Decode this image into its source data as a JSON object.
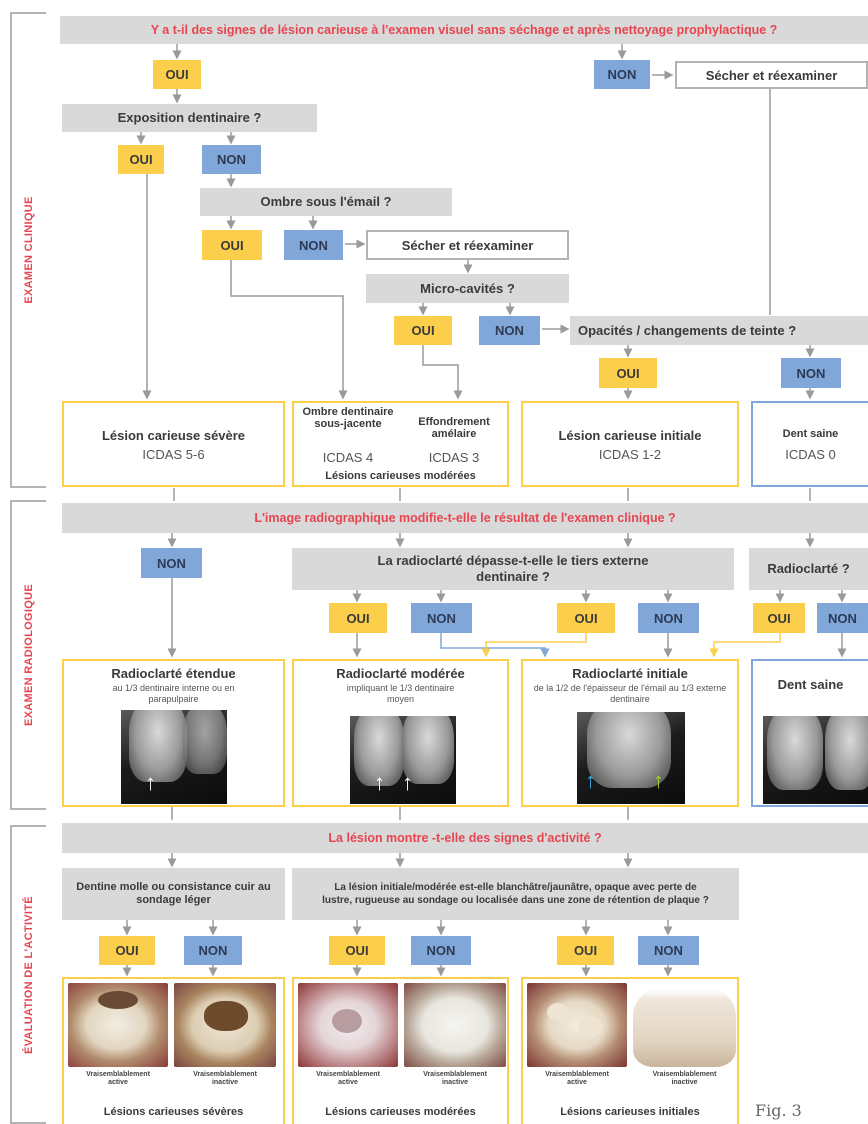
{
  "sections": {
    "clinical": "EXAMEN CLINIQUE",
    "radiological": "EXAMEN RADIOLOGIQUE",
    "activity": "ÉVALUATION DE L'ACTIVITÉ"
  },
  "labels": {
    "yes": "OUI",
    "no": "NON"
  },
  "clinical": {
    "question_main": "Y a t-il des signes de lésion carieuse à l'examen visuel sans séchage et après nettoyage prophylactique ?",
    "dry_reexamine_1": "Sécher et réexaminer",
    "question_exposure": "Exposition dentinaire ?",
    "question_shadow": "Ombre sous l'émail  ?",
    "dry_reexamine_2": "Sécher et réexaminer",
    "question_microcav": "Micro-cavités ?",
    "question_opacity": "Opacités / changements de teinte ?"
  },
  "outcomes": {
    "severe_title": "Lésion carieuse sévère",
    "severe_icdas": "ICDAS 5-6",
    "moderate_a_title": "Ombre dentinaire sous-jacente",
    "moderate_a_icdas": "ICDAS 4",
    "moderate_b_title": "Effondrement amélaire",
    "moderate_b_icdas": "ICDAS 3",
    "moderate_footer": "Lésions carieuses modérées",
    "initial_title": "Lésion carieuse initiale",
    "initial_icdas": "ICDAS 1-2",
    "healthy_title": "Dent saine",
    "healthy_icdas": "ICDAS 0"
  },
  "radiological": {
    "question_main": "L'image radiographique modifie-t-elle le résultat de l'examen clinique ?",
    "question_third": "La radioclarté dépasse-t-elle le tiers externe dentinaire ?",
    "question_radio": "Radioclarté ?",
    "extended_title": "Radioclarté étendue",
    "extended_desc": "au 1/3 dentinaire interne ou en parapulpaire",
    "moderate_title": "Radioclarté modérée",
    "moderate_desc": "impliquant le 1/3 dentinaire moyen",
    "initial_title": "Radioclarté initiale",
    "initial_desc": "de la 1/2 de l'épaisseur de l'émail au 1/3 externe dentinaire",
    "healthy_title": "Dent saine"
  },
  "activity": {
    "question_main": "La lésion montre -t-elle des signes d'activité ?",
    "question_dentin": "Dentine molle ou consistance cuir au sondage léger",
    "question_initial": "La lésion initiale/modérée est-elle blanchâtre/jaunâtre, opaque avec perte de lustre, rugueuse au sondage ou localisée dans une zone de rétention de plaque ?",
    "likely_active": "Vraisemblablement active",
    "likely_inactive": "Vraisemblablement inactive",
    "footer_severe": "Lésions carieuses sévères",
    "footer_moderate": "Lésions carieuses modérées",
    "footer_initial": "Lésions carieuses initiales"
  },
  "figure_label": "Fig. 3",
  "colors": {
    "yes": "#fbcf4b",
    "no": "#80a7d8",
    "question_bg": "#d9d9d9",
    "title_red": "#e84550"
  }
}
